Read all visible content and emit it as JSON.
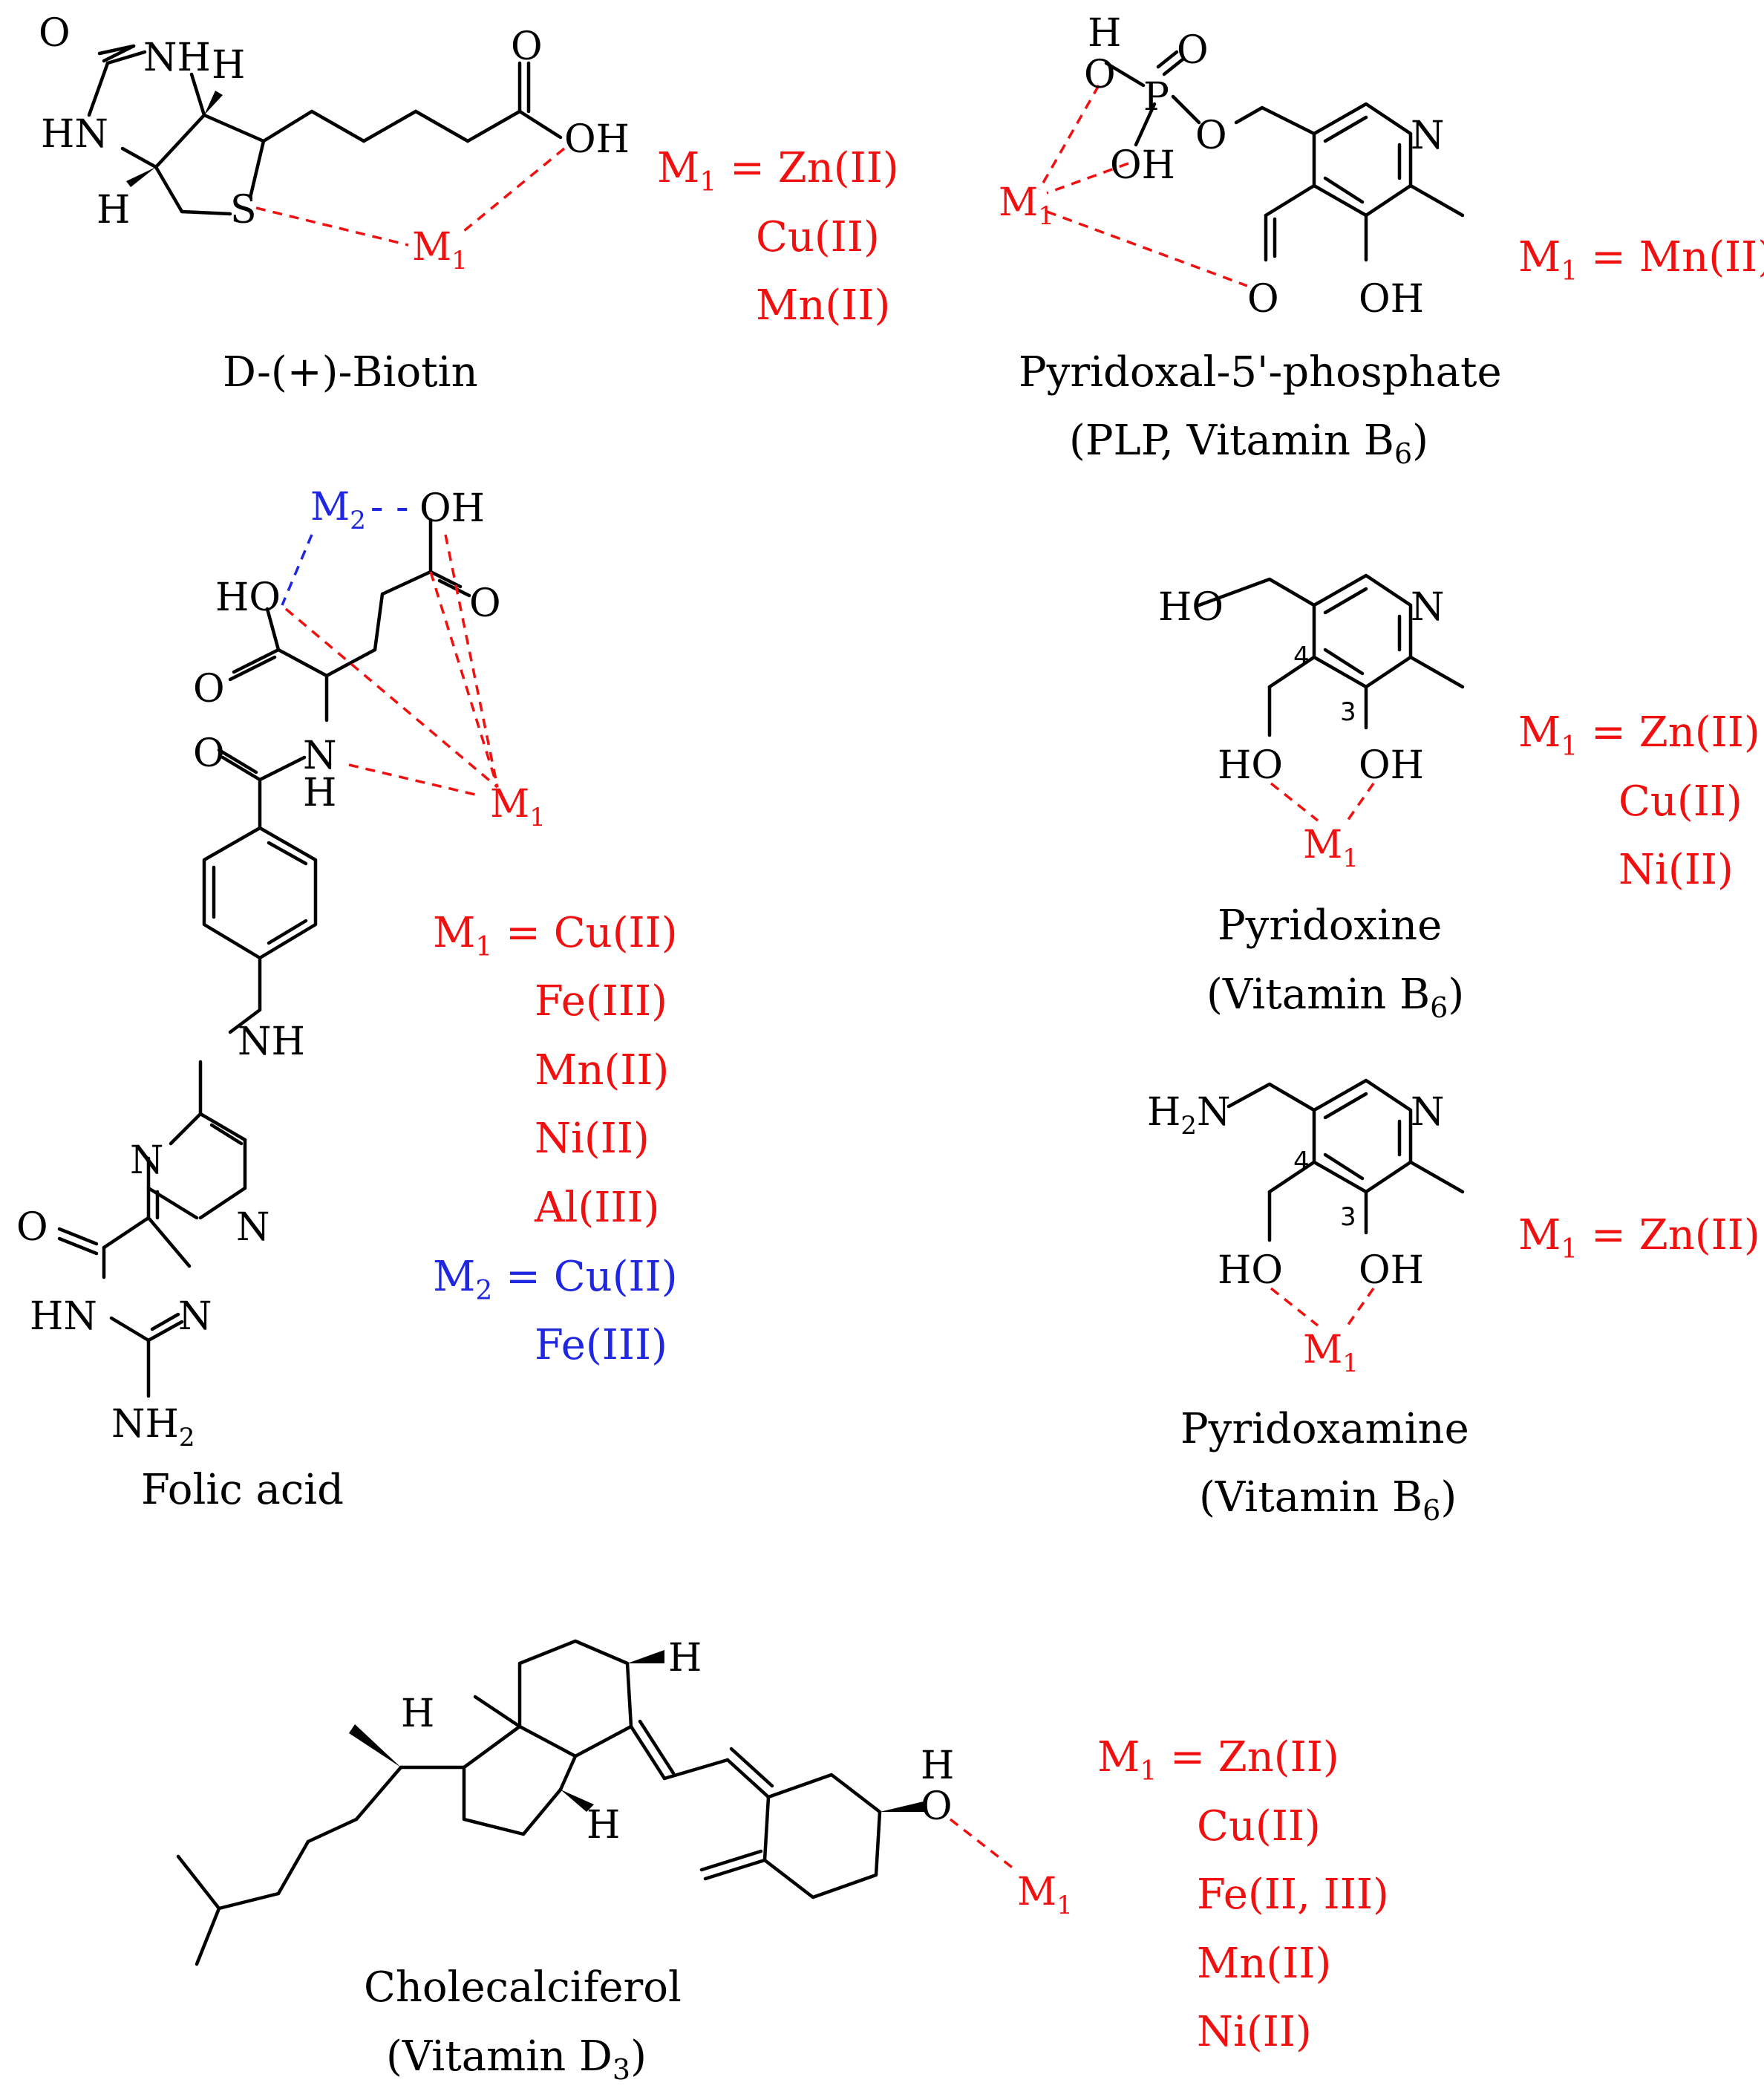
{
  "molecules": {
    "biotin": {
      "name": "D-(+)-Biotin",
      "atoms": {
        "o": "O",
        "nh_top": "NH",
        "h_top": "H",
        "hn": "HN",
        "h_bottom": "H",
        "s": "S",
        "o_acid": "O",
        "oh": "OH"
      },
      "binding": {
        "m": "M",
        "sub": "1"
      },
      "metal_list": {
        "label_m": "M",
        "label_sub": "1",
        "label_eq": " = ",
        "first": "Zn(II)",
        "rest": [
          "Cu(II)",
          "Mn(II)"
        ]
      }
    },
    "plp": {
      "name_line1": "Pyridoxal-5'-phosphate",
      "name_line2_pre": "(PLP, Vitamin B",
      "name_line2_sub": "6",
      "name_line2_post": ")",
      "atoms": {
        "h": "H",
        "o_h": "O",
        "p": "P",
        "o_dbl": "O",
        "o_ester": "O",
        "oh": "OH",
        "n": "N",
        "o_ald": "O",
        "oh_ring": "OH"
      },
      "binding": {
        "m": "M",
        "sub": "1"
      },
      "metal_list": {
        "label_m": "M",
        "label_sub": "1",
        "label_eq": " = ",
        "first": "Mn(II)",
        "rest": []
      }
    },
    "folic": {
      "name": "Folic acid",
      "atoms": {
        "oh_top": "OH",
        "ho": "HO",
        "o_gamma": "O",
        "o_alpha": "O",
        "n_amide": "N",
        "h_amide": "H",
        "o_amide": "O",
        "nh": "NH",
        "n1": "N",
        "n2": "N",
        "o_pter": "O",
        "hn": "HN",
        "n3": "N",
        "nh2": "NH",
        "nh2_sub": "2"
      },
      "binding_blue": {
        "m": "M",
        "sub": "2",
        "dash": "- -"
      },
      "binding": {
        "m": "M",
        "sub": "1"
      },
      "metal_list": {
        "label_m": "M",
        "label_sub": "1",
        "label_eq": " = ",
        "first": "Cu(II)",
        "rest": [
          "Fe(III)",
          "Mn(II)",
          "Ni(II)",
          "Al(III)"
        ]
      },
      "metal_list_blue": {
        "label_m": "M",
        "label_sub": "2",
        "label_eq": " = ",
        "first": "Cu(II)",
        "rest": [
          "Fe(III)"
        ]
      }
    },
    "pyridoxine": {
      "name_line1": "Pyridoxine",
      "name_line2_pre": "(Vitamin B",
      "name_line2_sub": "6",
      "name_line2_post": ")",
      "atoms": {
        "ho_top": "HO",
        "n": "N",
        "ho": "HO",
        "oh": "OH"
      },
      "locants": {
        "c4": "4",
        "c3": "3"
      },
      "binding": {
        "m": "M",
        "sub": "1"
      },
      "metal_list": {
        "label_m": "M",
        "label_sub": "1",
        "label_eq": " = ",
        "first": "Zn(II)",
        "rest": [
          "Cu(II)",
          "Ni(II)"
        ]
      }
    },
    "pyridoxamine": {
      "name_line1": "Pyridoxamine",
      "name_line2_pre": "(Vitamin B",
      "name_line2_sub": "6",
      "name_line2_post": ")",
      "atoms": {
        "h2n_h": "H",
        "h2n_sub": "2",
        "h2n_n": "N",
        "n": "N",
        "ho": "HO",
        "oh": "OH"
      },
      "locants": {
        "c4": "4",
        "c3": "3"
      },
      "binding": {
        "m": "M",
        "sub": "1"
      },
      "metal_list": {
        "label_m": "M",
        "label_sub": "1",
        "label_eq": " = ",
        "first": "Zn(II)",
        "rest": []
      }
    },
    "cholecalciferol": {
      "name_line1": "Cholecalciferol",
      "name_line2_pre": "(Vitamin D",
      "name_line2_sub": "3",
      "name_line2_post": ")",
      "atoms": {
        "h_c14": "H",
        "h_side": "H",
        "h_ring": "H",
        "h_oh": "H",
        "o": "O"
      },
      "binding": {
        "m": "M",
        "sub": "1"
      },
      "metal_list": {
        "label_m": "M",
        "label_sub": "1",
        "label_eq": " = ",
        "first": "Zn(II)",
        "rest": [
          "Cu(II)",
          "Fe(II, III)",
          "Mn(II)",
          "Ni(II)"
        ]
      }
    }
  },
  "colors": {
    "metal_red": "#f01010",
    "metal_blue": "#1f28e0",
    "bond": "#000000"
  }
}
